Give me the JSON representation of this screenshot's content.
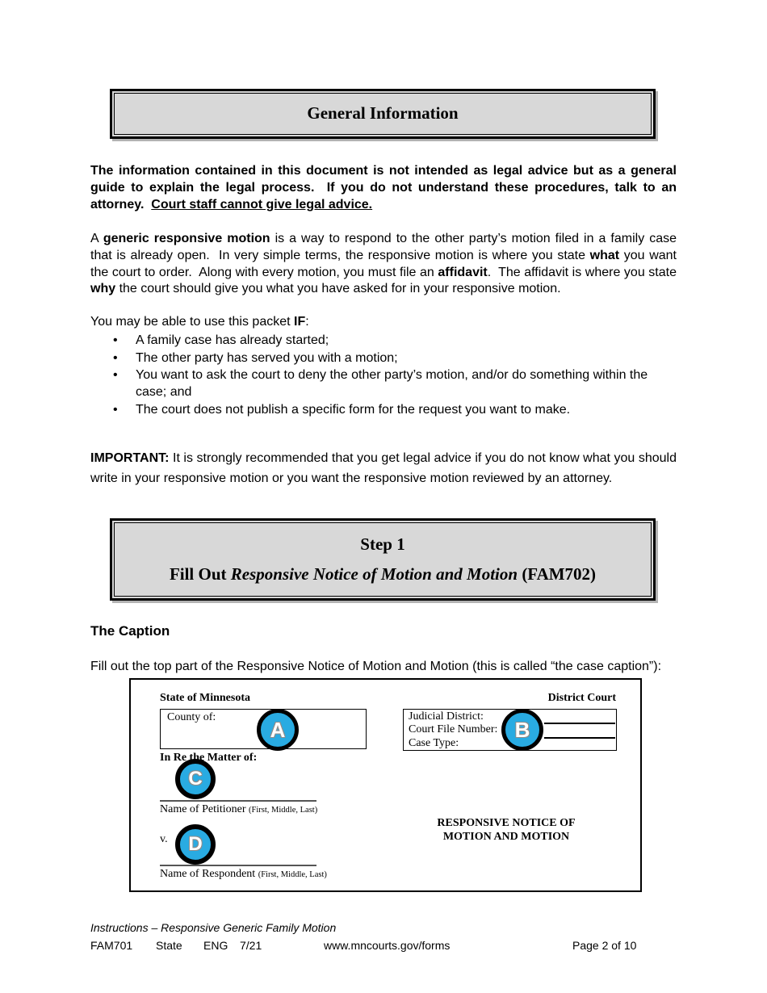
{
  "general_box": {
    "title": "General Information"
  },
  "intro_bold": {
    "text": "The information contained in this document is not intended as legal advice but as a general guide to explain the legal process.  If you do not understand these procedures, talk to an attorney.  ",
    "underlined": "Court staff cannot give legal advice."
  },
  "about": {
    "s1": "A ",
    "b1": "generic responsive motion",
    "s2": " is a way to respond to the other party’s motion filed in a family case that is already open.  In very simple terms, the responsive motion is where you state ",
    "b2": "what",
    "s3": " you want the court to order.  Along with every motion, you must file an ",
    "b3": "affidavit",
    "s4": ".  The affidavit is where you state ",
    "b4": "why",
    "s5": " the court should give you what you have asked for in your responsive motion."
  },
  "packet": {
    "s1": "You may be able to use this packet ",
    "b1": "IF",
    "s2": ":"
  },
  "bullets": [
    "A family case has already started;",
    "The other party has served you with a motion;",
    "You want to ask the court to deny the other party’s motion, and/or do something within the case; and",
    "The court does not publish a specific form for the request you want to make."
  ],
  "important": {
    "label": "IMPORTANT:",
    "text": " It is strongly recommended that you get legal advice if you do not know what you should write in your responsive motion or you want the responsive motion reviewed by an attorney."
  },
  "step1": {
    "line1": "Step 1",
    "pre": "Fill Out ",
    "italic": "Responsive Notice of Motion and Motion",
    "post": " (FAM702)"
  },
  "caption": {
    "heading": "The Caption",
    "intro": "Fill out the top part of the Responsive Notice of Motion and Motion (this is called “the case caption”):"
  },
  "form": {
    "state": "State of Minnesota",
    "county": "County of:",
    "district_court": "District Court",
    "judicial_district": "Judicial District:",
    "court_file_number": "Court File Number:",
    "case_type": "Case Type:",
    "in_re": "In Re the Matter of:",
    "petitioner_label": "Name of Petitioner",
    "petitioner_hint": "(First, Middle, Last)",
    "versus": "v.",
    "respondent_label": "Name of Respondent",
    "respondent_hint": "(First, Middle, Last)",
    "doc_title_1": "RESPONSIVE NOTICE OF",
    "doc_title_2": "MOTION AND MOTION",
    "badges": [
      "A",
      "B",
      "C",
      "D"
    ],
    "badge_color": "#29ABE2"
  },
  "footer": {
    "line1": "Instructions – Responsive Generic Family Motion",
    "form_id": "FAM701",
    "state": "State",
    "lang": "ENG",
    "revision": "7/21",
    "url": "www.mncourts.gov/forms",
    "page": "Page 2 of 10"
  }
}
